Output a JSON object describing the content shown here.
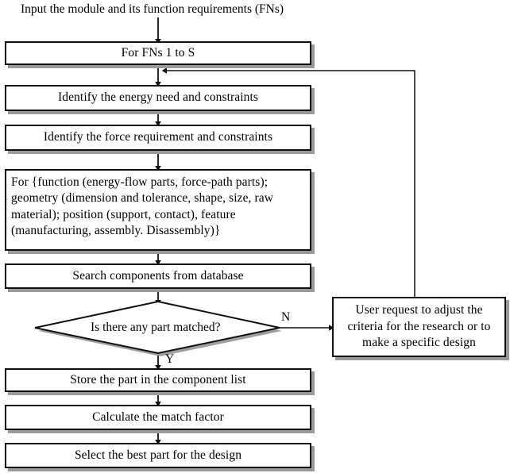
{
  "diagram": {
    "title_caption": "Input the module and its function requirements (FNs)",
    "type": "flowchart",
    "nodes": [
      {
        "id": "for-fns",
        "label": "For FNs 1 to S",
        "shape": "process"
      },
      {
        "id": "energy",
        "label": "Identify the energy need and constraints",
        "shape": "process"
      },
      {
        "id": "force",
        "label": "Identify the force requirement and constraints",
        "shape": "process"
      },
      {
        "id": "attributes",
        "shape": "process",
        "lines": [
          "For {function (energy-flow parts, force-path parts);",
          "geometry (dimension and tolerance, shape, size, raw",
          "material); position (support, contact), feature",
          "(manufacturing, assembly. Disassembly)}"
        ]
      },
      {
        "id": "search",
        "label": "Search components from database",
        "shape": "process"
      },
      {
        "id": "decision",
        "label": "Is there any part matched?",
        "shape": "decision"
      },
      {
        "id": "user-request",
        "shape": "process",
        "lines": [
          "User request to adjust the",
          "criteria for the research or to",
          "make a specific design"
        ]
      },
      {
        "id": "store",
        "label": "Store the part in the component list",
        "shape": "process"
      },
      {
        "id": "calculate",
        "label": "Calculate the match factor",
        "shape": "process"
      },
      {
        "id": "select",
        "label": "Select the best part for the design",
        "shape": "process"
      }
    ],
    "edge_labels": {
      "no": "N",
      "yes": "Y"
    },
    "colors": {
      "stroke": "#111111",
      "fill": "#ffffff",
      "shadow": "#9a9a9a",
      "text": "#000000"
    }
  }
}
